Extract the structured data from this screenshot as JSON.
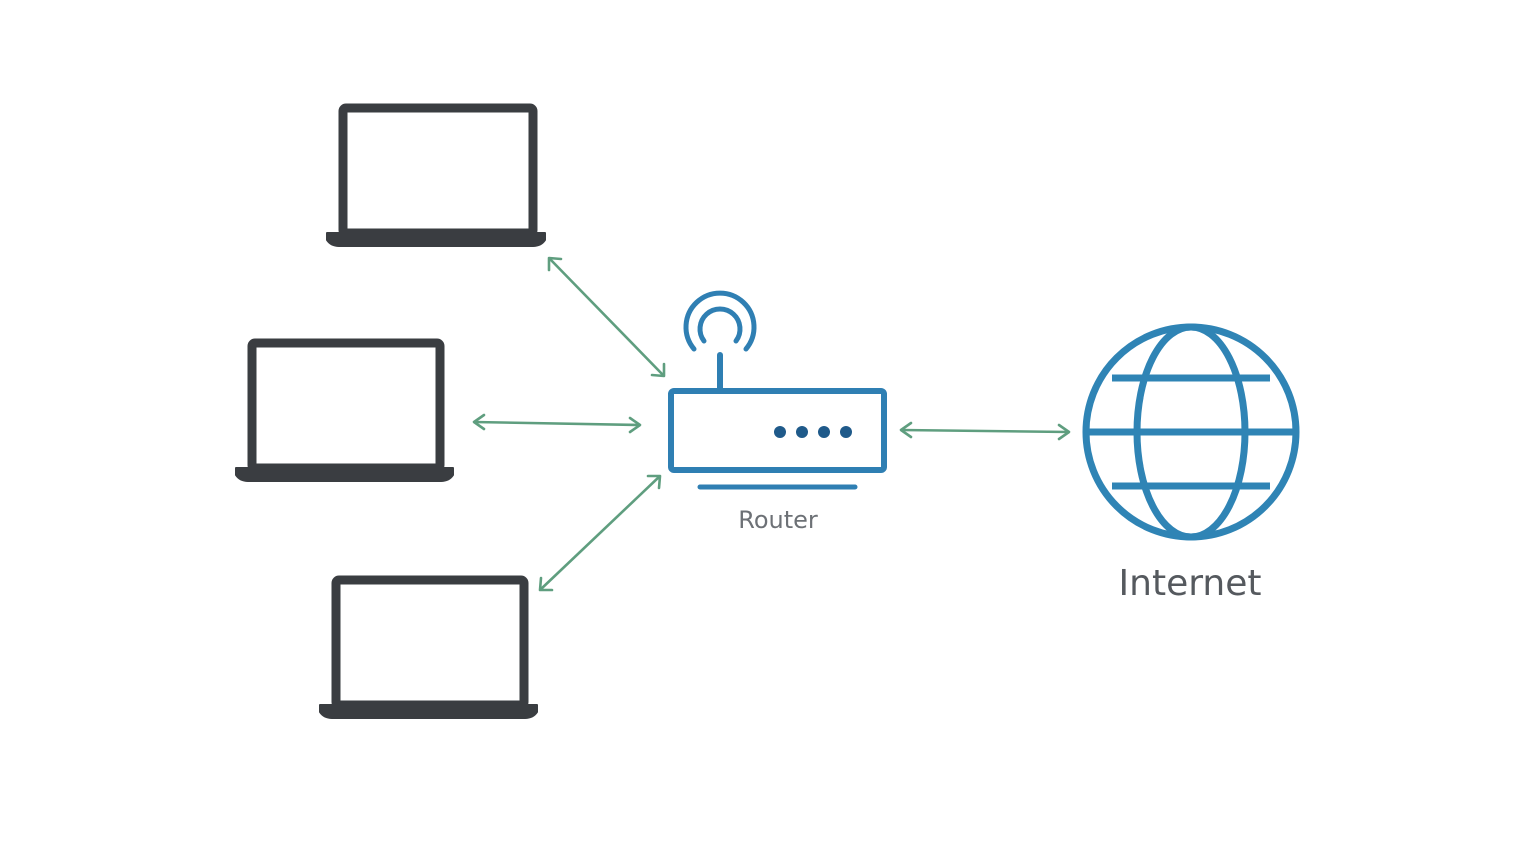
{
  "nodes": {
    "router": {
      "label": "Router",
      "icon": "router-icon"
    },
    "internet": {
      "label": "Internet",
      "icon": "globe-icon"
    },
    "laptops": [
      {
        "icon": "laptop-icon"
      },
      {
        "icon": "laptop-icon"
      },
      {
        "icon": "laptop-icon"
      }
    ]
  },
  "links": [
    {
      "from": "laptop-1",
      "to": "router",
      "direction": "bidirectional"
    },
    {
      "from": "laptop-2",
      "to": "router",
      "direction": "bidirectional"
    },
    {
      "from": "laptop-3",
      "to": "router",
      "direction": "bidirectional"
    },
    {
      "from": "router",
      "to": "internet",
      "direction": "bidirectional"
    }
  ],
  "colors": {
    "device_outline": "#3a3d41",
    "router_blue": "#2f7fb3",
    "router_dot": "#1f5a8a",
    "globe_blue": "#2f84b5",
    "link_green": "#5f9e7f"
  }
}
